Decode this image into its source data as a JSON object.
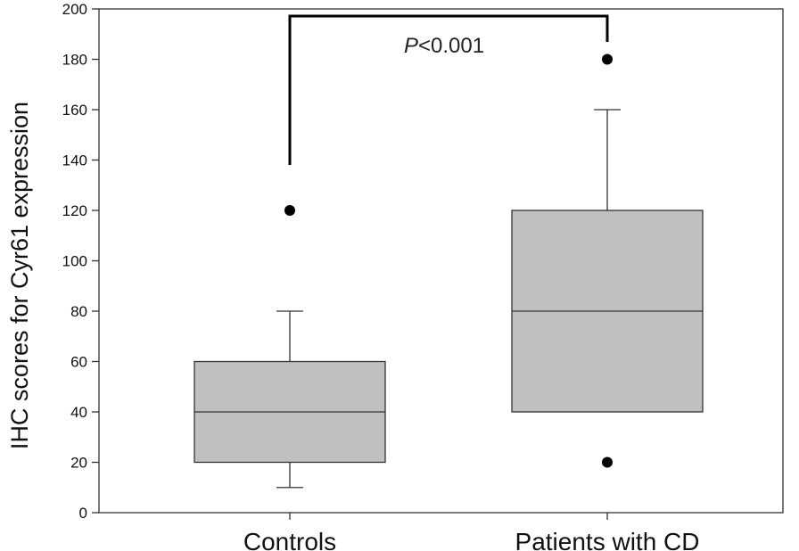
{
  "chart_data": {
    "type": "box",
    "title": "",
    "xlabel": "",
    "ylabel": "IHC scores for Cyr61 expression",
    "ylim": [
      0,
      200
    ],
    "yticks": [
      0,
      20,
      40,
      60,
      80,
      100,
      120,
      140,
      160,
      180,
      200
    ],
    "categories": [
      "Controls",
      "Patients with CD"
    ],
    "boxes": [
      {
        "category": "Controls",
        "whisker_low": 10,
        "q1": 20,
        "median": 40,
        "q3": 60,
        "whisker_high": 80,
        "outliers": [
          120
        ]
      },
      {
        "category": "Patients with CD",
        "whisker_low": 40,
        "q1": 40,
        "median": 80,
        "q3": 120,
        "whisker_high": 160,
        "outliers": [
          20,
          180
        ]
      }
    ],
    "box_color": "#c0c0c0",
    "significance": {
      "italic": "P",
      "rest": "<0.001",
      "from": "Controls",
      "to": "Patients with CD"
    },
    "grid": false
  }
}
